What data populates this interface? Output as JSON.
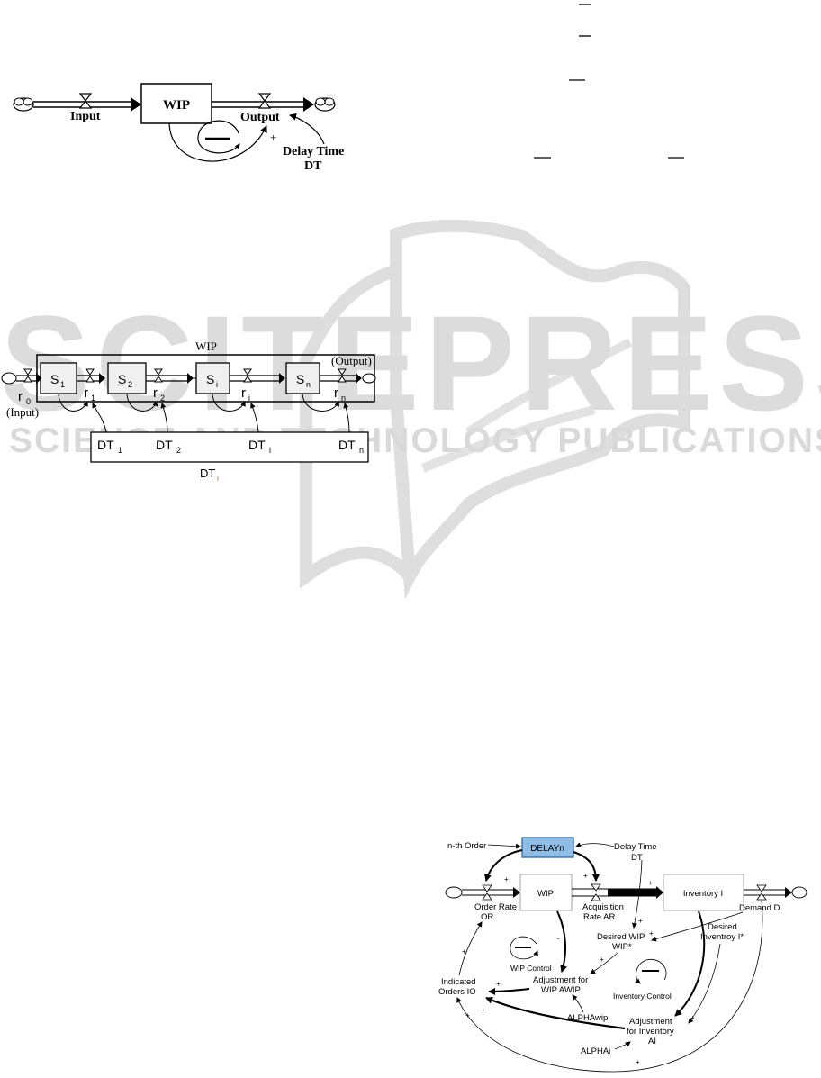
{
  "watermark": {
    "main": "SCITEPRESS",
    "sub": "SCIENCE AND TECHNOLOGY PUBLICATIONS"
  },
  "fig1": {
    "input": "Input",
    "wip": "WIP",
    "output": "Output",
    "delay_time": "Delay Time",
    "dt": "DT",
    "plus": "+"
  },
  "fig2": {
    "wip": "WIP",
    "output": "(Output)",
    "input": "(Input)",
    "stages": [
      {
        "s": "S",
        "sub": "1",
        "r": "r",
        "rsub": "1",
        "dt": "DT",
        "dtsub": "1"
      },
      {
        "s": "S",
        "sub": "2",
        "r": "r",
        "rsub": "2",
        "dt": "DT",
        "dtsub": "2"
      },
      {
        "s": "S",
        "sub": "i",
        "r": "r",
        "rsub": "i",
        "dt": "DT",
        "dtsub": "i"
      },
      {
        "s": "S",
        "sub": "n",
        "r": "r",
        "rsub": "n",
        "dt": "DT",
        "dtsub": "n"
      }
    ],
    "r0": "r",
    "r0sub": "0",
    "dt_total": "DT",
    "dt_total_sub": "i"
  },
  "fig3": {
    "nth_order": "n-th Order",
    "delayn": "DELAYn",
    "delay_time": "Delay Time",
    "dt": "DT",
    "wip": "WIP",
    "inventory": "Inventory I",
    "order_rate_1": "Order Rate",
    "order_rate_2": "OR",
    "acq_1": "Acquisition",
    "acq_2": "Rate AR",
    "demand": "Demand D",
    "desired_wip_1": "Desired WIP",
    "desired_wip_2": "WIP*",
    "desired_inv_1": "Desired",
    "desired_inv_2": "Inventroy I*",
    "wip_control": "WIP Control",
    "inv_control": "Inventory Control",
    "adj_wip_1": "Adjustment for",
    "adj_wip_2": "WIP AWIP",
    "indicated_1": "Indicated",
    "indicated_2": "Orders IO",
    "alpha_wip": "ALPHAwip",
    "adj_inv_1": "Adjustment",
    "adj_inv_2": "for Inventory",
    "adj_inv_3": "AI",
    "alpha_i": "ALPHAi",
    "plus": "+",
    "minus": "-"
  }
}
